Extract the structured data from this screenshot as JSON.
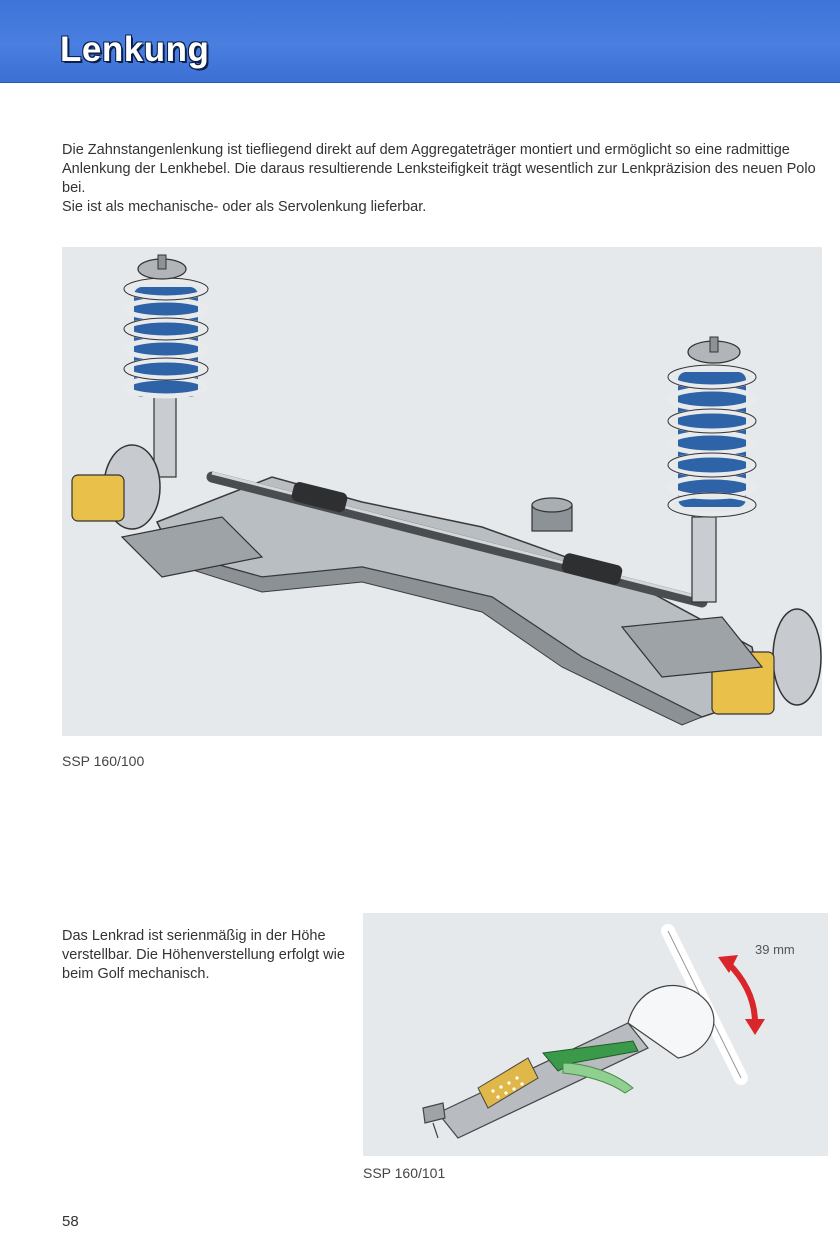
{
  "header": {
    "title": "Lenkung"
  },
  "intro": {
    "paragraph_1": "Die Zahnstangenlenkung ist tiefliegend direkt auf dem Aggregateträger montiert und ermöglicht so eine radmittige Anlenkung der Lenkhebel. Die daraus resultierende Lenksteifigkeit trägt wesentlich zur Lenkpräzision des neuen Polo bei.",
    "paragraph_2": "Sie ist als mechanische- oder als Servolenkung lieferbar."
  },
  "figure_1": {
    "caption": "SSP 160/100"
  },
  "steering_wheel_section": {
    "text": "Das Lenkrad ist serienmäßig in der Höhe verstellbar. Die Höhenverstellung erfolgt wie beim Golf mechanisch.",
    "adjustment_label": "39 mm",
    "caption": "SSP 160/101"
  },
  "footer": {
    "page_number": "58"
  },
  "colors": {
    "header_blue": "#4a7fe0",
    "spring_blue": "#2f63a8",
    "caliper_yellow": "#e8c04a",
    "lever_green": "#3a9a4a",
    "arrow_red": "#d8262a",
    "figure_bg": "#e6e9ec"
  }
}
